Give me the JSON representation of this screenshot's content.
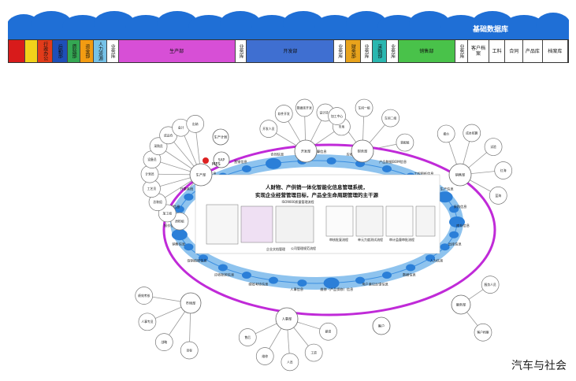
{
  "banner": {
    "title": "基础数据库"
  },
  "departments": [
    {
      "label": "",
      "color": "#d81b1b",
      "w": 18,
      "vertical": false
    },
    {
      "label": "",
      "color": "#f2d21a",
      "w": 14,
      "vertical": false
    },
    {
      "label": "行政办公",
      "color": "#e23b1a",
      "w": 16,
      "vertical": true
    },
    {
      "label": "后勤部",
      "color": "#1e4fb8",
      "w": 16,
      "vertical": true
    },
    {
      "label": "质监部",
      "color": "#34a853",
      "w": 14,
      "vertical": true
    },
    {
      "label": "资金部",
      "color": "#f39c12",
      "w": 14,
      "vertical": true
    },
    {
      "label": "人力资源",
      "color": "#76c2e8",
      "w": 14,
      "vertical": true
    },
    {
      "label": "业务库",
      "color": "#ffffff",
      "w": 12,
      "vertical": true
    },
    {
      "label": "生产部",
      "color": "#d74fd6",
      "w": 148,
      "vertical": false
    },
    {
      "label": "业务库",
      "color": "#ffffff",
      "w": 12,
      "vertical": true
    },
    {
      "label": "开发部",
      "color": "#3f6fd1",
      "w": 110,
      "vertical": false
    },
    {
      "label": "业务库",
      "color": "#ffffff",
      "w": 12,
      "vertical": true
    },
    {
      "label": "财务部",
      "color": "#e8a31c",
      "w": 16,
      "vertical": true
    },
    {
      "label": "业务库",
      "color": "#ffffff",
      "w": 12,
      "vertical": true
    },
    {
      "label": "采购部",
      "color": "#2ab7b0",
      "w": 16,
      "vertical": true
    },
    {
      "label": "业务库",
      "color": "#ffffff",
      "w": 12,
      "vertical": true
    },
    {
      "label": "销售部",
      "color": "#49c24a",
      "w": 70,
      "vertical": false
    },
    {
      "label": "业务库",
      "color": "#ffffff",
      "w": 14,
      "vertical": true
    },
    {
      "label": "客户档案",
      "color": "#ffffff",
      "w": 24,
      "vertical": false
    },
    {
      "label": "工料",
      "color": "#ffffff",
      "w": 18,
      "vertical": false
    },
    {
      "label": "合同",
      "color": "#ffffff",
      "w": 20,
      "vertical": false
    },
    {
      "label": "产品库",
      "color": "#ffffff",
      "w": 22,
      "vertical": false
    },
    {
      "label": "档案库",
      "color": "#ffffff",
      "w": 30,
      "vertical": false
    }
  ],
  "center": {
    "title_line1": "人财物、产供销一体化智能化信息管理系统，",
    "title_line2": "实现企业经营管理目标，产品全生命周期管理的主干源",
    "labels": [
      "ISO9000质量管理流程",
      "企业文档管理",
      "公司管理规范流程",
      "审核批复流程",
      "单元力度测试流程",
      "审计监督审批流程"
    ]
  },
  "ring_labels": [
    "成本计算信息",
    "应收应付信息",
    "产品数据BOM信息",
    "工程图纸信息",
    "生产信息",
    "采购信息",
    "库存信息",
    "出库信息",
    "人力信息",
    "数据信息",
    "用户意见反馈信息",
    "维修（产品保修）信息",
    "人事信息",
    "绩效考核信息",
    "应收账款信息",
    "促销结账信息",
    "销售信息",
    "报价信息",
    "发货信息",
    "开票系统",
    "资金信息",
    "营销信息",
    "合同信息"
  ],
  "nodes": [
    {
      "id": "dev",
      "label": "开发部"
    },
    {
      "id": "fin",
      "label": "财务部"
    },
    {
      "id": "prod",
      "label": "生产部"
    },
    {
      "id": "sales",
      "label": "销售部"
    },
    {
      "id": "mkt",
      "label": "市场部"
    },
    {
      "id": "hr",
      "label": "人事部"
    },
    {
      "id": "svc",
      "label": "服务部"
    },
    {
      "id": "customer",
      "label": "客户"
    },
    {
      "id": "plan",
      "label": "生产计划"
    },
    {
      "id": "sap",
      "label": "SAP"
    },
    {
      "id": "mes",
      "label": "MES"
    }
  ],
  "satellites": [
    "开发人员",
    "软件开发",
    "数据库开发",
    "设计技术",
    "市场",
    "加工中心",
    "车间一组",
    "车间二组",
    "装配组",
    "质检组",
    "加工组",
    "总装组",
    "工艺员",
    "计划员",
    "设备员",
    "采购员",
    "成品仓",
    "会计",
    "出纳",
    "报价",
    "成本核算",
    "试验",
    "红海",
    "蓝海",
    "目标",
    "战略",
    "人事专员",
    "绩效考核",
    "薪资",
    "工资",
    "人员",
    "维修",
    "售后",
    "服务人员",
    "客户档案"
  ],
  "watermark": "汽车与社会"
}
